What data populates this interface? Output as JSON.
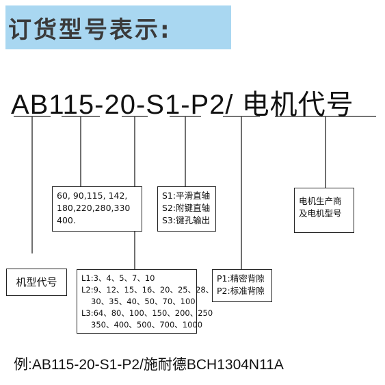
{
  "header": {
    "title": "订货型号表示:"
  },
  "model_code": {
    "text": "AB115-20-S1-P2/ 电机代号"
  },
  "boxes": {
    "model_label": "机型代号",
    "sizes": {
      "lines": [
        "60, 90,115, 142,",
        "180,220,280,330",
        "400."
      ]
    },
    "ratios": {
      "lines": [
        "L1:3、4、5、7、10",
        "L2:9、12、15、16、20、25、28、",
        "30、35、40、50、70、100",
        "L3:64、80、100、150、200、250",
        "350、400、500、700、1000"
      ]
    },
    "shaft": {
      "lines": [
        "S1:平滑直轴",
        "S2:附键直轴",
        "S3:键孔输出"
      ]
    },
    "backlash": {
      "lines": [
        "P1:精密背隙",
        "P2:标准背隙"
      ]
    },
    "motor": {
      "lines": [
        "电机生产商",
        "及电机型号"
      ]
    }
  },
  "example": {
    "text": "例:AB115-20-S1-P2/施耐德BCH1304N11A"
  }
}
